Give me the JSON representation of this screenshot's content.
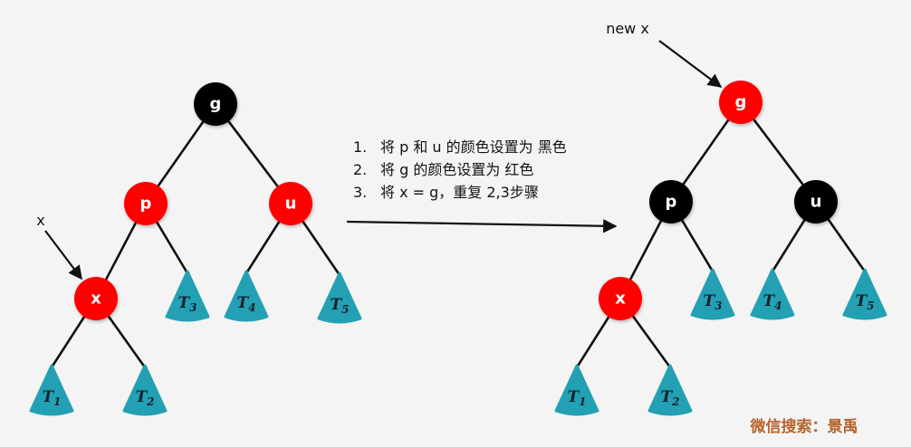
{
  "colors": {
    "red": "#ff0000",
    "black": "#000000",
    "subtree": "#23a0b4",
    "watermark": "#b5652c"
  },
  "left_tree": {
    "pointer_label": "x",
    "nodes": {
      "g": {
        "label": "g",
        "color": "black"
      },
      "p": {
        "label": "p",
        "color": "red"
      },
      "u": {
        "label": "u",
        "color": "red"
      },
      "x": {
        "label": "x",
        "color": "red"
      }
    },
    "subtrees": [
      {
        "letter": "T",
        "index": "1"
      },
      {
        "letter": "T",
        "index": "2"
      },
      {
        "letter": "T",
        "index": "3"
      },
      {
        "letter": "T",
        "index": "4"
      },
      {
        "letter": "T",
        "index": "5"
      }
    ]
  },
  "steps": [
    {
      "num": "1.",
      "text": "将 p 和 u 的颜色设置为 黑色"
    },
    {
      "num": "2.",
      "text": "将 g 的颜色设置为 红色"
    },
    {
      "num": "3.",
      "text": "将 x = g，重复 2,3步骤"
    }
  ],
  "right_tree": {
    "pointer_label": "new x",
    "nodes": {
      "g": {
        "label": "g",
        "color": "red"
      },
      "p": {
        "label": "p",
        "color": "black"
      },
      "u": {
        "label": "u",
        "color": "black"
      },
      "x": {
        "label": "x",
        "color": "red"
      }
    },
    "subtrees": [
      {
        "letter": "T",
        "index": "1"
      },
      {
        "letter": "T",
        "index": "2"
      },
      {
        "letter": "T",
        "index": "3"
      },
      {
        "letter": "T",
        "index": "4"
      },
      {
        "letter": "T",
        "index": "5"
      }
    ]
  },
  "watermark": "微信搜索：景禹"
}
